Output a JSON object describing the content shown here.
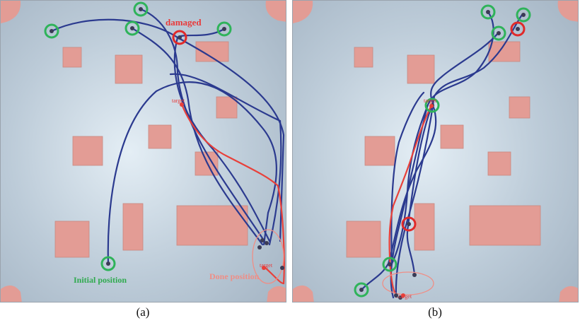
{
  "captions": {
    "a": "(a)",
    "b": "(b)"
  },
  "panel_a": {
    "damaged_label": "damaged",
    "initial_label": "Initial position",
    "done_label": "Done position",
    "target_label_top": "target",
    "target_label_bottom": "target"
  },
  "panel_b": {
    "target_label_top": "target",
    "target_label_bottom": "target"
  },
  "colors": {
    "floor": "#b7c8d6",
    "obstacle": "#e39c95",
    "trajectory": "#2b3a8f",
    "damaged_trajectory": "#e8403a",
    "agent_ring": "#2fb35a",
    "damaged_ring": "#e02a2a",
    "label_red": "#e83a3a",
    "label_green": "#2faa4e",
    "label_pink": "#ef8e86"
  }
}
